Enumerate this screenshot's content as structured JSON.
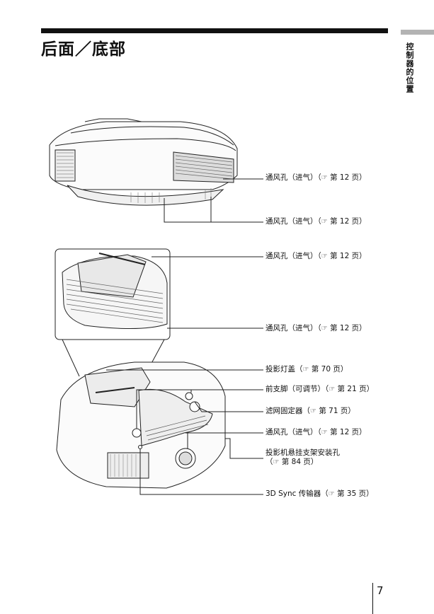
{
  "page": {
    "title": "后面／底部",
    "side_tab": "控制器的位置",
    "page_number": "7"
  },
  "callouts": [
    {
      "label": "通风孔（进气）（",
      "ref": "第 12 页）"
    },
    {
      "label": "通风孔（进气）（",
      "ref": "第 12 页）"
    },
    {
      "label": "通风孔（进气）（",
      "ref": "第 12 页）"
    },
    {
      "label": "通风孔（进气）（",
      "ref": "第 12 页）"
    },
    {
      "label": "投影灯盖（",
      "ref": "第 70 页）"
    },
    {
      "label": "前支脚（可调节）（",
      "ref": "第 21 页）"
    },
    {
      "label": "滤网固定器（",
      "ref": "第 71 页）"
    },
    {
      "label": "通风孔（进气）（",
      "ref": "第 12 页）"
    },
    {
      "label": "投影机悬挂支架安装孔",
      "label2": "（",
      "ref": "第 84 页）"
    },
    {
      "label": "3D Sync 传输器（",
      "ref": "第 35 页）"
    }
  ]
}
